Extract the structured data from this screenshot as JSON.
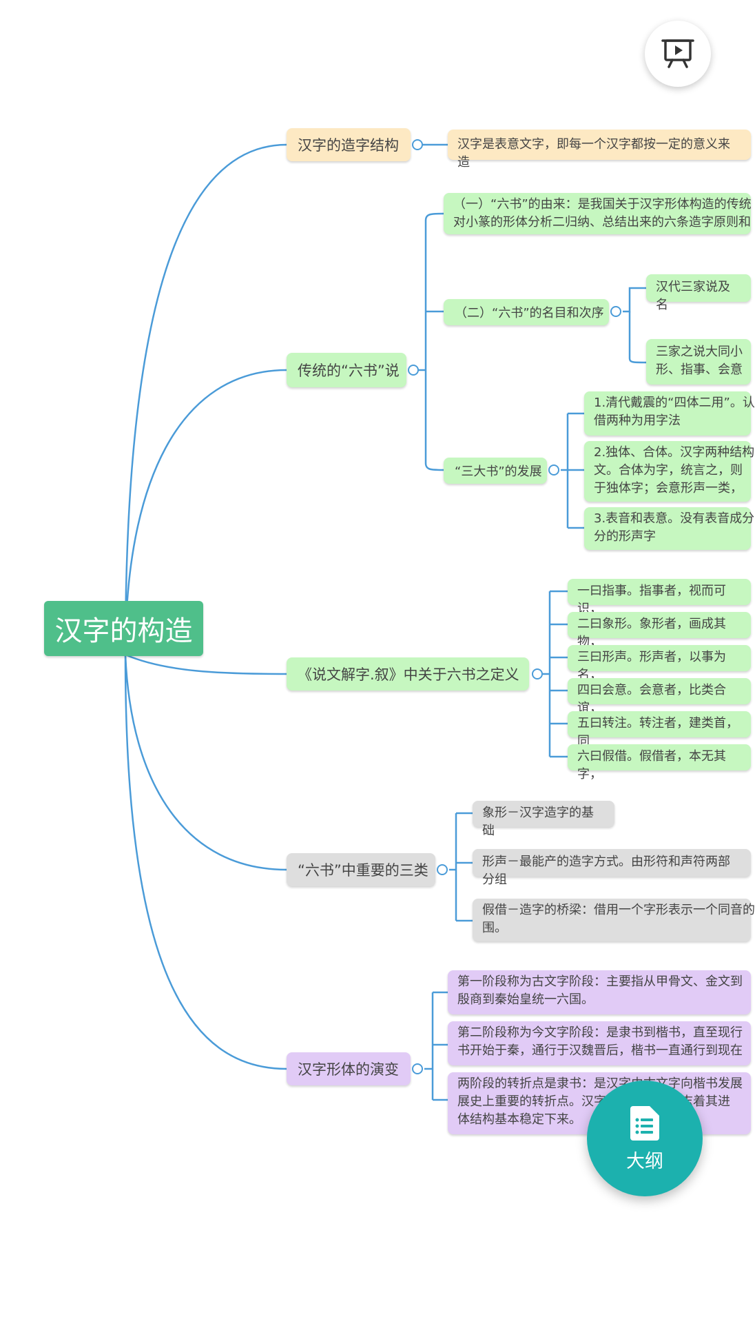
{
  "mindmap": {
    "root": "汉字的构造",
    "branch1": {
      "title": "汉字的造字结构",
      "items": [
        "汉字是表意文字，即每一个汉字都按一定的意义来造"
      ]
    },
    "branch2": {
      "title": "传统的“六书”说",
      "sub1": "（一）“六书”的由来：是我国关于汉字形体构造的传统\n对小篆的形体分析二归纳、总结出来的六条造字原则和",
      "sub2": {
        "title": "（二）“六书”的名目和次序",
        "items": [
          "汉代三家说及名",
          "三家之说大同小\n形、指事、会意"
        ]
      },
      "sub3": {
        "title": "“三大书”的发展",
        "items": [
          "1.清代戴震的“四体二用”。认\n借两种为用字法",
          "2.独体、合体。汉字两种结构\n文。合体为字，统言之，则\n于独体字；会意形声一类，",
          "3.表音和表意。没有表音成分\n分的形声字"
        ]
      }
    },
    "branch3": {
      "title": "《说文解字.叙》中关于六书之定义",
      "items": [
        "一曰指事。指事者，视而可识，",
        "二曰象形。象形者，画成其物，",
        "三曰形声。形声者，以事为名，",
        "四曰会意。会意者，比类合谊，",
        "五曰转注。转注者，建类首，同",
        "六曰假借。假借者，本无其字，"
      ]
    },
    "branch4": {
      "title": "“六书”中重要的三类",
      "items": [
        "象形－汉字造字的基础",
        "形声－最能产的造字方式。由形符和声符两部分组",
        "假借－造字的桥梁：借用一个字形表示一个同音的\n围。"
      ]
    },
    "branch5": {
      "title": "汉字形体的演变",
      "items": [
        "第一阶段称为古文字阶段：主要指从甲骨文、金文到\n殷商到秦始皇统一六国。",
        "第二阶段称为今文字阶段：是隶书到楷书，直至现行\n书开始于秦，通行于汉魏晋后，楷书一直通行到现在",
        "两阶段的转折点是隶书：是汉字由古文字向楷书发展\n展史上重要的转折点。汉字　　　　　标志着其进\n体结构基本稳定下来。"
      ]
    }
  },
  "controls": {
    "present_icon": "presentation-play-icon",
    "outline_icon": "outline-document-icon",
    "outline_label": "大纲"
  },
  "colors": {
    "link": "#4a9bd8",
    "root": "#4fbf8a",
    "accent_button": "#1cb1ae",
    "branch1": "#fde9c3",
    "branch2": "#c6f7c0",
    "branch3": "#c6f7c0",
    "branch4": "#dedede",
    "branch5": "#e1cbf6"
  }
}
